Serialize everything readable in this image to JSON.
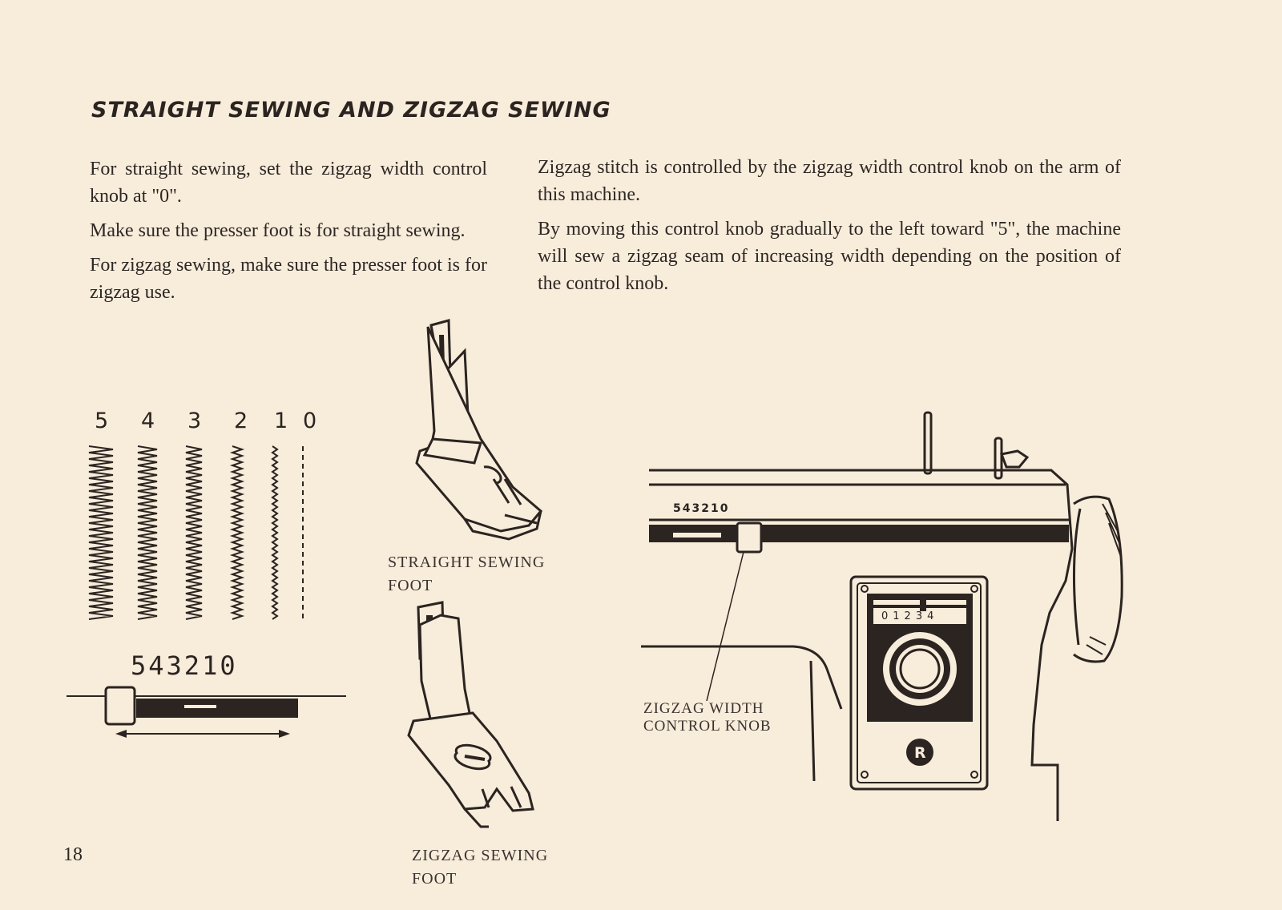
{
  "title": "STRAIGHT SEWING AND ZIGZAG SEWING",
  "left_column": {
    "p1": "For straight sewing, set the zigzag width control knob at \"0\".",
    "p2": "Make sure the presser foot is for straight sewing.",
    "p3": "For zigzag sewing, make sure the presser foot is for zigzag use."
  },
  "right_column": {
    "p1": "Zigzag stitch is controlled by the zigzag width control knob on the arm of this machine.",
    "p2": "By moving this control knob gradually to the left toward \"5\", the machine will sew a zigzag seam of increasing width depending on the position of the control knob."
  },
  "stitch_width_numbers": [
    "5",
    "4",
    "3",
    "2",
    "1",
    "0"
  ],
  "lever_scale": "543210",
  "machine_scale": "543210",
  "dial_scale": "01234",
  "straight_foot_label": [
    "STRAIGHT SEWING",
    "FOOT"
  ],
  "zigzag_foot_label": [
    "ZIGZAG SEWING",
    "FOOT"
  ],
  "knob_label": [
    "ZIGZAG WIDTH",
    "CONTROL KNOB"
  ],
  "logo_letter": "R",
  "page_number": "18",
  "colors": {
    "paper": "#f8ecdb",
    "ink": "#2a2320"
  }
}
